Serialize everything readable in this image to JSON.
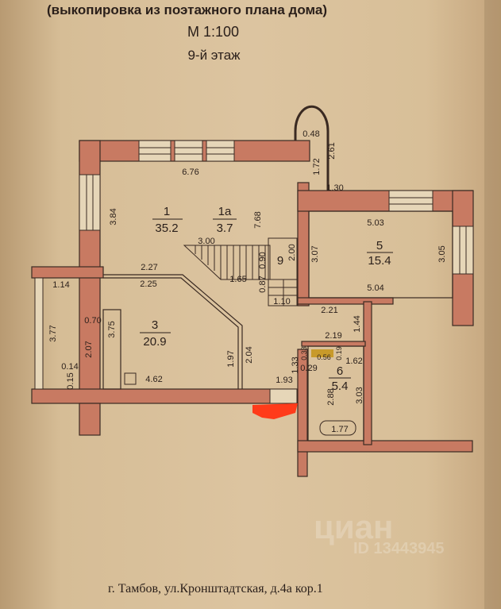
{
  "header": {
    "subtitle": "(выкопировка из поэтажного плана дома)",
    "scale": "М  1:100",
    "floor": "9-й этаж"
  },
  "address": "г. Тамбов, ул.Кронштадтская, д.4а кор.1",
  "watermark": {
    "logo": "циан",
    "id": "ID 13443945"
  },
  "colors": {
    "wall": "#c87a62",
    "paper": "#dcc4a0",
    "ink": "#2a1f1a",
    "redaction": "#ff3b1a",
    "accent": "#c89a2a"
  },
  "rooms": [
    {
      "number": "1",
      "area": "35.2"
    },
    {
      "number": "1а",
      "area": "3.7"
    },
    {
      "number": "3",
      "area": "20.9"
    },
    {
      "number": "5",
      "area": "15.4"
    },
    {
      "number": "6",
      "area": "5.4"
    },
    {
      "number": "9",
      "area": ""
    }
  ],
  "dimensions": {
    "d676": "6.76",
    "d384": "3.84",
    "d768": "7.68",
    "d300": "3.00",
    "d090": "0.90",
    "d200": "2.00",
    "d165": "1.65",
    "d087": "0.87",
    "d110": "1.10",
    "d227": "2.27",
    "d225": "2.25",
    "d114": "1.14",
    "d377": "3.77",
    "d070": "0.70",
    "d375": "3.75",
    "d207": "2.07",
    "d014": "0.14",
    "d015": "0.15",
    "d462": "4.62",
    "d197": "1.97",
    "d204": "2.04",
    "d193": "1.93",
    "d133": "1.33",
    "d048": "0.48",
    "d261": "2.61",
    "d172": "1.72",
    "d130": "1.30",
    "d503": "5.03",
    "d307": "3.07",
    "d305": "3.05",
    "d504": "5.04",
    "d221": "2.21",
    "d144": "1.44",
    "d219": "2.19",
    "d033": "0.33",
    "d056": "0.56",
    "d019": "0.19",
    "d162": "1.62",
    "d029": "0.29",
    "d288": "2.88",
    "d303": "3.03",
    "d177": "1.77"
  }
}
